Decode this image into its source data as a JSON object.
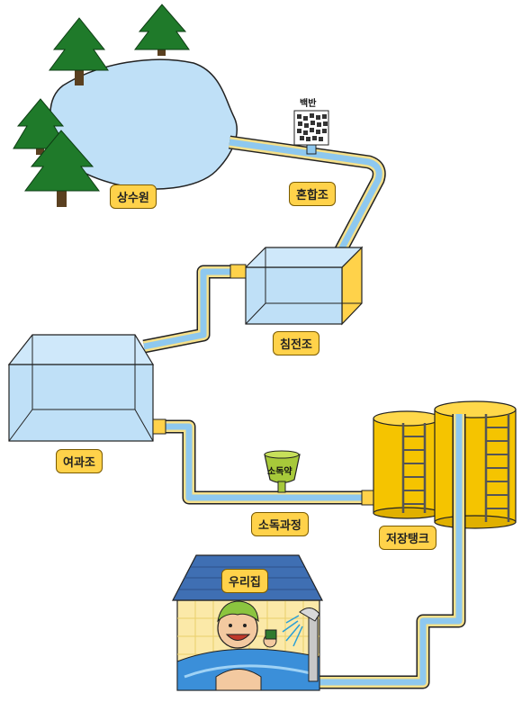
{
  "labels": {
    "source": "상수원",
    "mixing": "혼합조",
    "alum": "백반",
    "sedimentation": "침전조",
    "filtration": "여과조",
    "disinfectant": "소독약",
    "disinfection": "소독과정",
    "storage": "저장탱크",
    "home": "우리집"
  },
  "colors": {
    "water": "#bfe0f7",
    "pipe_water": "#8ec8ef",
    "pipe_wall": "#f6e08a",
    "label_bg": "#ffd24a",
    "tank": "#f5c400",
    "tree": "#1f7a2a",
    "trunk": "#5a4020",
    "roof": "#3f6fb3"
  }
}
